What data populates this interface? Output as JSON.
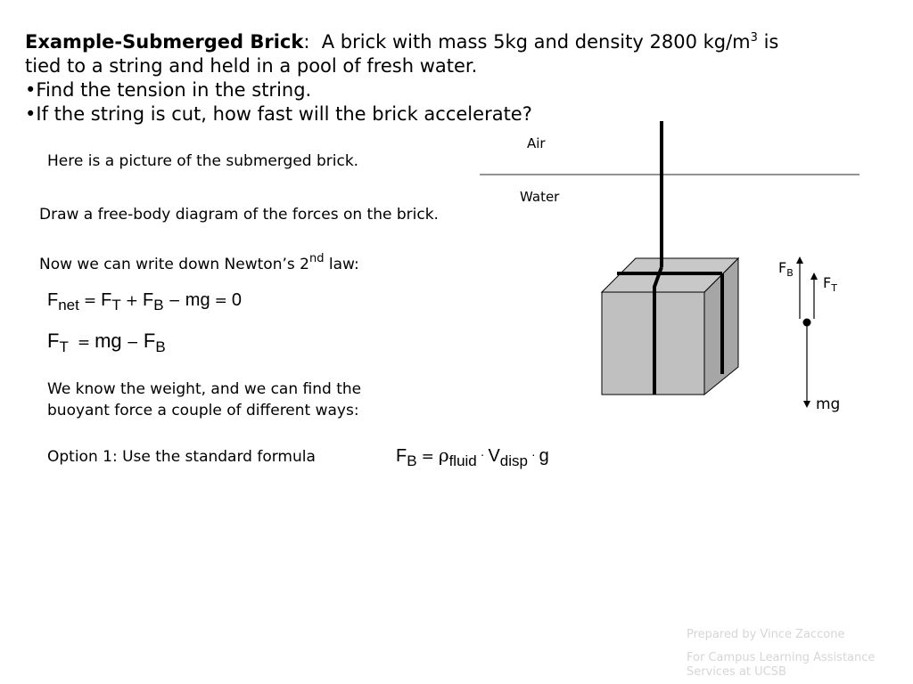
{
  "intro": {
    "title": "Example-Submerged Brick",
    "colon": ":",
    "text_before_sup": "A brick with mass 5kg and density 2800 kg/m",
    "sup": "3",
    "text_after_sup": " is",
    "line2": "tied to a string and held in a pool of fresh water.",
    "bullets": [
      "•Find the tension in the string.",
      "•If the string is cut, how fast will the brick accelerate?"
    ]
  },
  "body": {
    "picture_text": "Here is a picture of the submerged brick.",
    "fbd_text": "Draw a free-body diagram of the forces on the brick.",
    "newton_text_before": "Now we can write down Newton’s 2",
    "newton_sup": "nd",
    "newton_text_after": " law:",
    "know_line1": "We know the weight, and we can find the",
    "know_line2": "buoyant force a couple of different ways:",
    "option1": "Option 1:  Use the standard formula"
  },
  "equations": {
    "eq1": {
      "F": "F",
      "net": "net",
      "eq": "=",
      "FT": "F",
      "T": "T",
      "plus": "+",
      "FB": "F",
      "B": "B",
      "minus": "−",
      "mg": "mg",
      "eq2": "=",
      "zero": "0"
    },
    "eq2": {
      "F": "F",
      "T": "T",
      "eq": "=",
      "mg": "mg",
      "minus": "−",
      "FB": "F",
      "B": "B"
    },
    "eq3": {
      "F": "F",
      "B": "B",
      "eq": "=",
      "rho": "ρ",
      "fluid": "fluid",
      "dot1": "·",
      "V": "V",
      "disp": "disp",
      "dot2": "·",
      "g": "g"
    }
  },
  "diagram": {
    "air": "Air",
    "water": "Water",
    "fb": "F",
    "fb_sub": "B",
    "ft": "F",
    "ft_sub": "T",
    "mg": "mg"
  },
  "footer": {
    "prepared": "Prepared by Vince Zaccone",
    "for_line1": "For Campus Learning Assistance",
    "for_line2": "Services at UCSB"
  }
}
